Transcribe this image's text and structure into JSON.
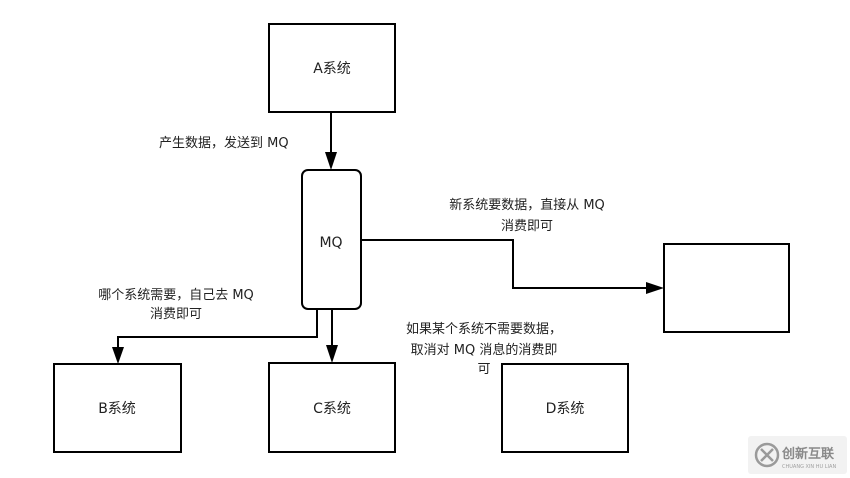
{
  "nodes": {
    "a": "A系统",
    "mq": "MQ",
    "b": "B系统",
    "c": "C系统",
    "d": "D系统",
    "new": ""
  },
  "edge_labels": {
    "produce": "产生数据，发送到 MQ",
    "new_system": [
      "新系统要数据，直接从 MQ",
      "消费即可"
    ],
    "subscribe": [
      "哪个系统需要，自己去 MQ",
      "消费即可"
    ],
    "unsubscribe": [
      "如果某个系统不需要数据，",
      "取消对 MQ 消息的消费即",
      "可"
    ]
  },
  "watermark": {
    "logo_icon": "chuangxin-logo-icon",
    "text": "创新互联",
    "subtext": "CHUANG XIN HU LIAN"
  }
}
